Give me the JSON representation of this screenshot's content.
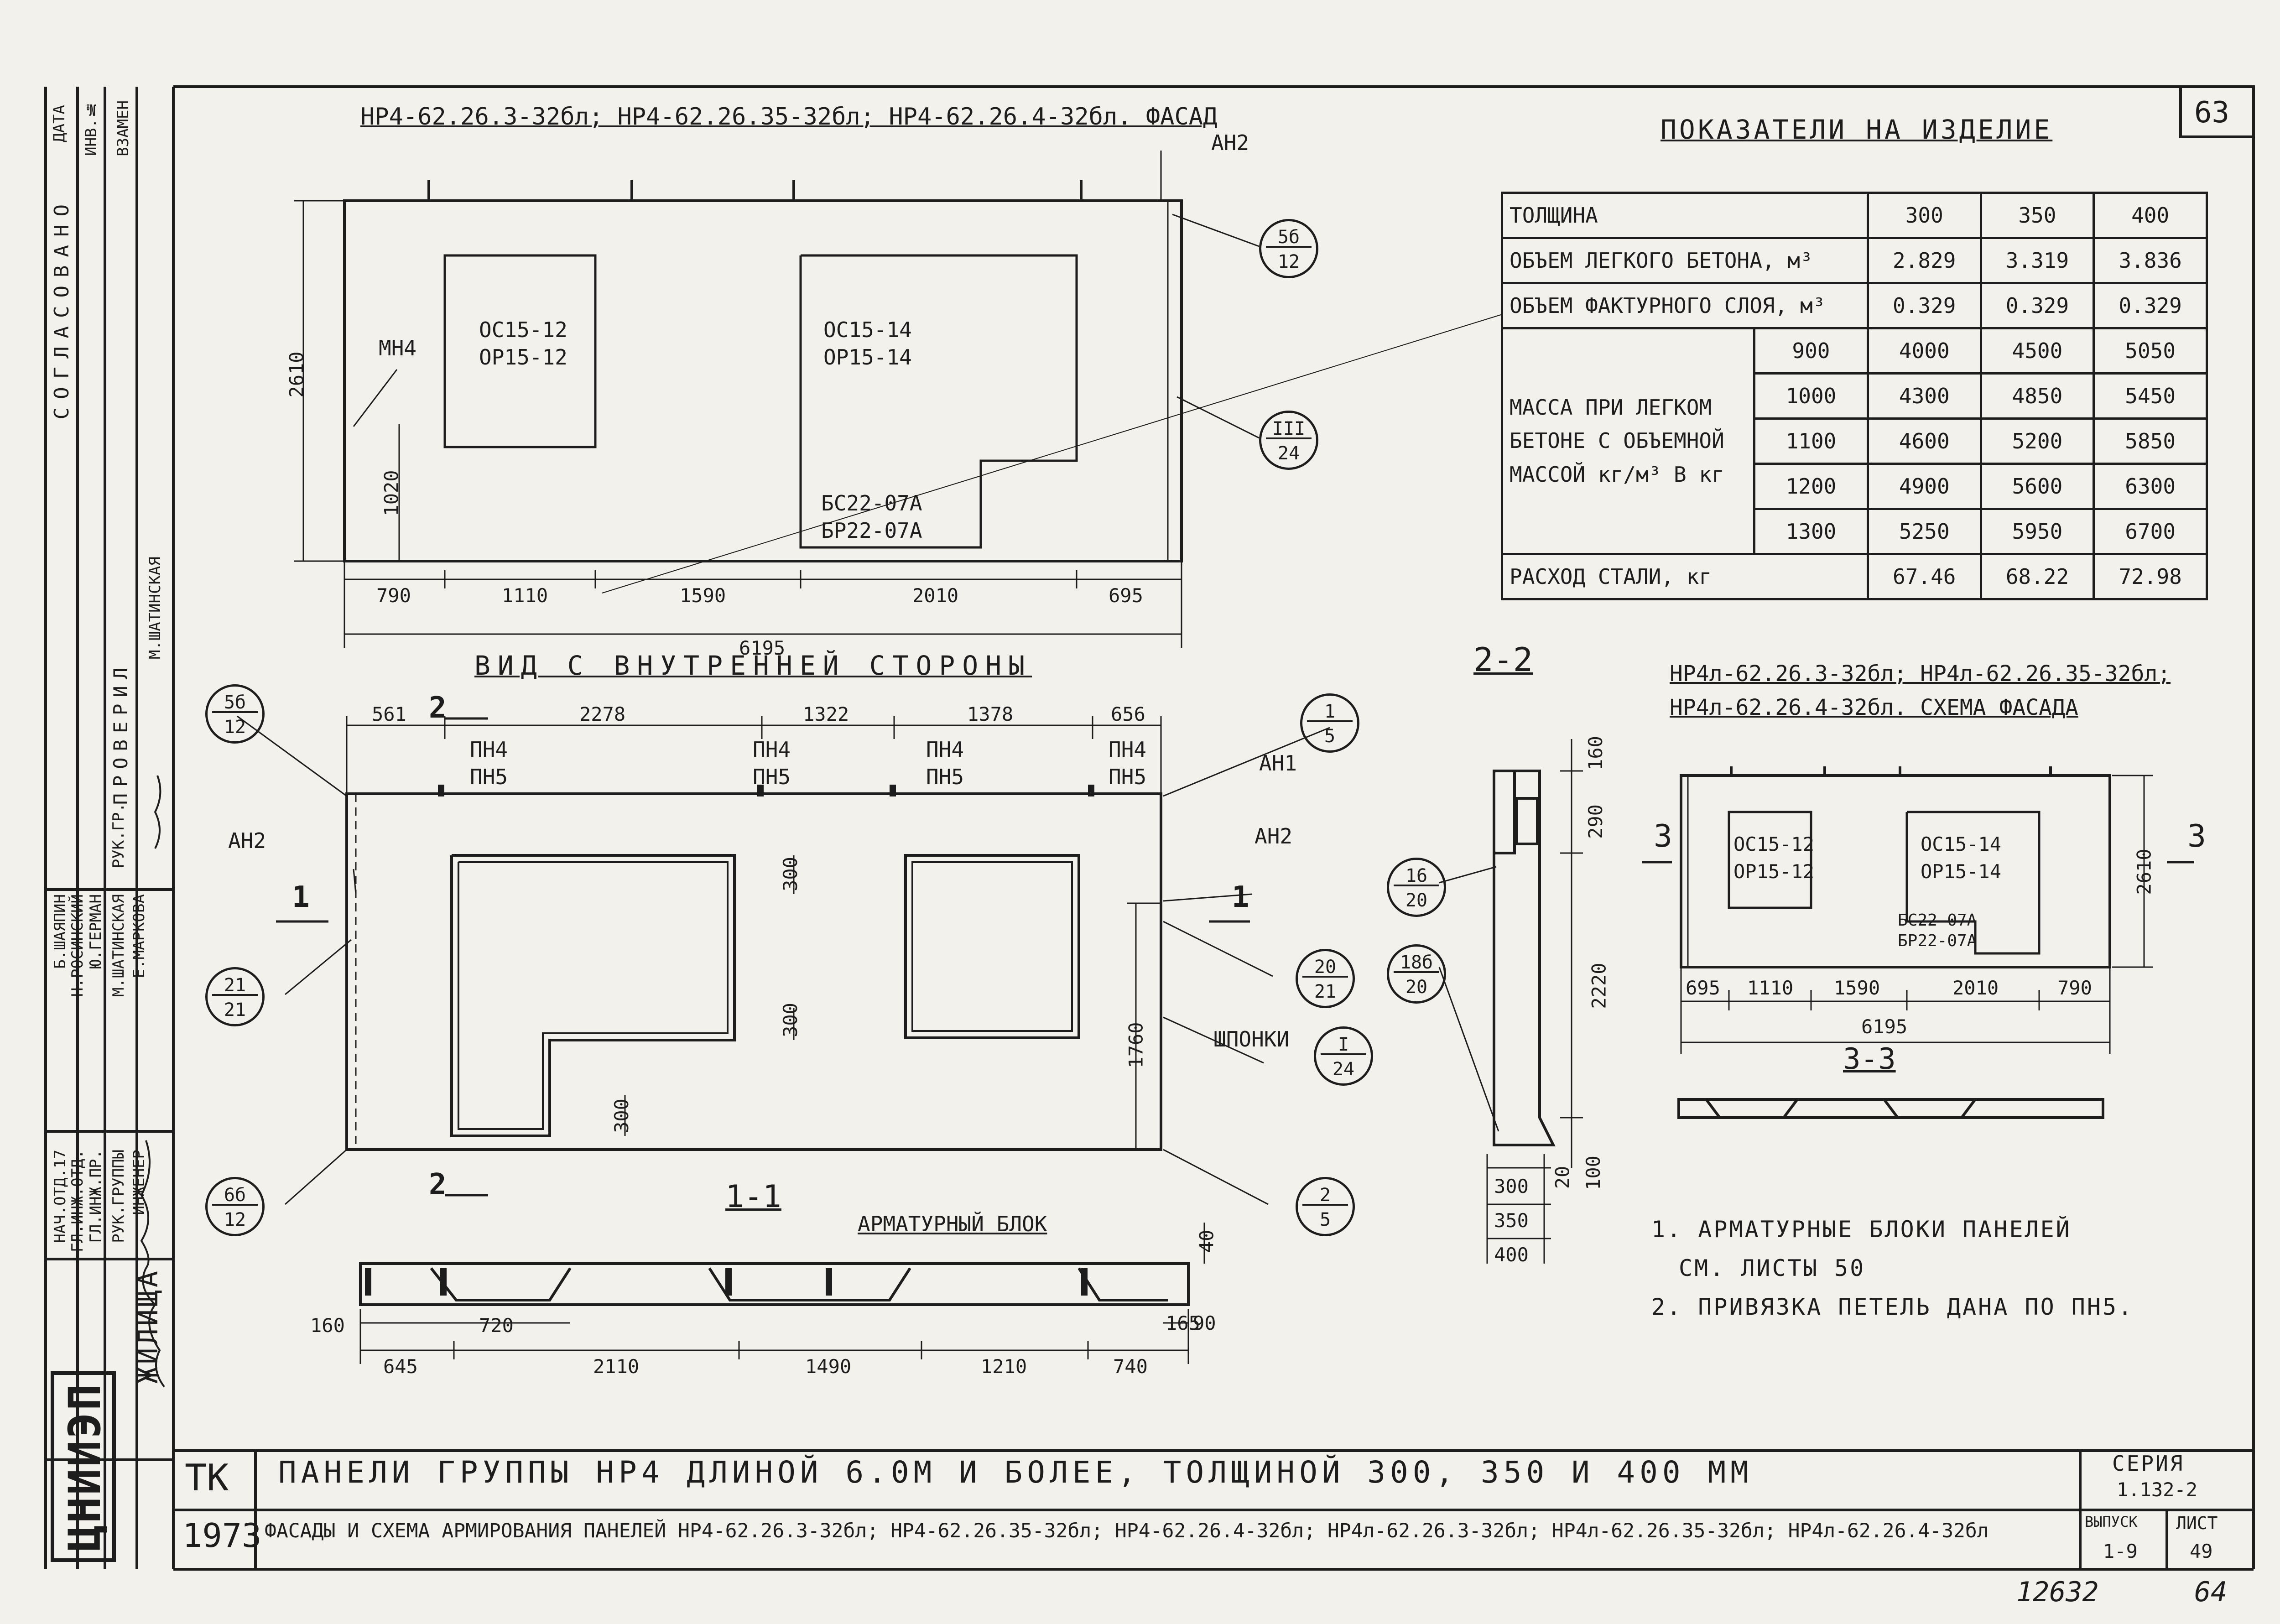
{
  "page_number": "63",
  "stamp": {
    "agreed": "СОГЛАСОВАНО",
    "date_label": "ДАТА",
    "inv_label": "ИНВ.№",
    "replace_label": "ВЗАМЕН",
    "checked": "ПРОВЕРИЛ",
    "shatinskaya": "М.ШАТИНСКАЯ",
    "rows": [
      {
        "role": "НАЧ.ОТД.17",
        "name": "Б.ШАЯПИН"
      },
      {
        "role": "ГЛ.ИНЖ.ОТД.",
        "name": "Н.РОСИНСКИЙ"
      },
      {
        "role": "ГЛ.ИНЖ.ПР.",
        "name": "Ю.ГЕРМАН"
      },
      {
        "role": "РУК.ГРУППЫ",
        "name": "М.ШАТИНСКАЯ"
      },
      {
        "role": "ИНЖЕНЕР",
        "name": "Е.МАРКОВА"
      }
    ],
    "rukgr": "РУК.ГР.",
    "org_logo": "ЦНИИЭП",
    "org_suffix": "ЖИЛИЩА"
  },
  "facade": {
    "title": "НР4-62.26.3-32бл; НР4-62.26.35-32бл; НР4-62.26.4-32бл. ФАСАД",
    "window1_top": "ОС15-12",
    "window1_bottom": "ОР15-12",
    "window2_top": "ОС15-14",
    "window2_bottom": "ОР15-14",
    "door_top": "БС22-07А",
    "door_bottom": "БР22-07А",
    "mn4": "МН4",
    "an2": "АН2",
    "height": "2610",
    "sill": "1020",
    "dims": [
      "790",
      "1110",
      "1590",
      "2010",
      "695"
    ],
    "total": "6195",
    "callout_5b": {
      "num": "5б",
      "den": "12"
    },
    "callout_iii": {
      "num": "III",
      "den": "24"
    }
  },
  "indicators": {
    "title": "ПОКАЗАТЕЛИ НА ИЗДЕЛИЕ",
    "thickness_label": "ТОЛЩИНА",
    "thickness": [
      "300",
      "350",
      "400"
    ],
    "light_concrete_label": "ОБЪЕМ ЛЕГКОГО БЕТОНА, м³",
    "light_concrete": [
      "2.829",
      "3.319",
      "3.836"
    ],
    "facing_label": "ОБЪЕМ ФАКТУРНОГО СЛОЯ, м³",
    "facing": [
      "0.329",
      "0.329",
      "0.329"
    ],
    "mass_label": "МАССА ПРИ ЛЕГКОМ БЕТОНЕ С ОБЪЕМНОЙ МАССОЙ кг/м³ В кг",
    "mass_rows": [
      {
        "density": "900",
        "v": [
          "4000",
          "4500",
          "5050"
        ]
      },
      {
        "density": "1000",
        "v": [
          "4300",
          "4850",
          "5450"
        ]
      },
      {
        "density": "1100",
        "v": [
          "4600",
          "5200",
          "5850"
        ]
      },
      {
        "density": "1200",
        "v": [
          "4900",
          "5600",
          "6300"
        ]
      },
      {
        "density": "1300",
        "v": [
          "5250",
          "5950",
          "6700"
        ]
      }
    ],
    "steel_label": "РАСХОД СТАЛИ, кг",
    "steel": [
      "67.46",
      "68.22",
      "72.98"
    ]
  },
  "inner": {
    "title": "ВИД С ВНУТРЕННЕЙ СТОРОНЫ",
    "top_dims": [
      "561",
      "2278",
      "1322",
      "1378",
      "656"
    ],
    "loop_top": "ПН4",
    "loop_bottom": "ПН5",
    "an1": "АН1",
    "an2": "АН2",
    "sec_1": "1",
    "sec_2": "2",
    "d300": "300",
    "height": "1760",
    "keys_label": "ШПОНКИ",
    "callouts": [
      {
        "num": "5б",
        "den": "12"
      },
      {
        "num": "21",
        "den": "21"
      },
      {
        "num": "6б",
        "den": "12"
      },
      {
        "num": "1",
        "den": "5"
      },
      {
        "num": "20",
        "den": "21"
      },
      {
        "num": "I",
        "den": "24"
      },
      {
        "num": "2",
        "den": "5"
      }
    ]
  },
  "section11": {
    "title": "1-1",
    "rebar_block": "АРМАТУРНЫЙ БЛОК",
    "dims_top": [
      "160",
      "720",
      "165",
      "90"
    ],
    "dims_bottom": [
      "645",
      "2110",
      "1490",
      "1210",
      "740"
    ],
    "d40": "40"
  },
  "section22": {
    "title": "2-2",
    "dims": [
      "160",
      "290",
      "2220",
      "20",
      "100"
    ],
    "thick": [
      "300",
      "350",
      "400"
    ],
    "callouts": [
      {
        "num": "16",
        "den": "20"
      },
      {
        "num": "18б",
        "den": "20"
      }
    ]
  },
  "scheme": {
    "title": "НР4л-62.26.3-32бл; НР4л-62.26.35-32бл; НР4л-62.26.4-32бл. СХЕМА ФАСАДА",
    "w1_top": "ОС15-12",
    "w1_bottom": "ОР15-12",
    "w2_top": "ОС15-14",
    "w2_bottom": "ОР15-14",
    "door_top": "БС22-07А",
    "door_bottom": "БР22-07А",
    "height": "2610",
    "dims": [
      "695",
      "1110",
      "1590",
      "2010",
      "790"
    ],
    "total": "6195",
    "sec3": "3",
    "sec33": "3-3"
  },
  "notes": [
    "1. АРМАТУРНЫЕ БЛОКИ ПАНЕЛЕЙ",
    "СМ. ЛИСТЫ 50",
    "2. ПРИВЯЗКА ПЕТЕЛЬ ДАНА ПО ПН5."
  ],
  "title_block": {
    "tk": "ТК",
    "year": "1973",
    "main_title": "ПАНЕЛИ ГРУППЫ НР4 ДЛИНОЙ 6.0М И БОЛЕЕ, ТОЛЩИНОЙ 300, 350 И 400 ММ",
    "subtitle": "ФАСАДЫ И СХЕМА АРМИРОВАНИЯ ПАНЕЛЕЙ НР4-62.26.3-32бл; НР4-62.26.35-32бл; НР4-62.26.4-32бл; НР4л-62.26.3-32бл; НР4л-62.26.35-32бл; НР4л-62.26.4-32бл",
    "series_label": "СЕРИЯ",
    "series": "1.132-2",
    "issue_label": "ВЫПУСК",
    "issue": "1-9",
    "sheet_label": "ЛИСТ",
    "sheet": "49"
  },
  "footer_number": "12632",
  "footer_page": "64"
}
